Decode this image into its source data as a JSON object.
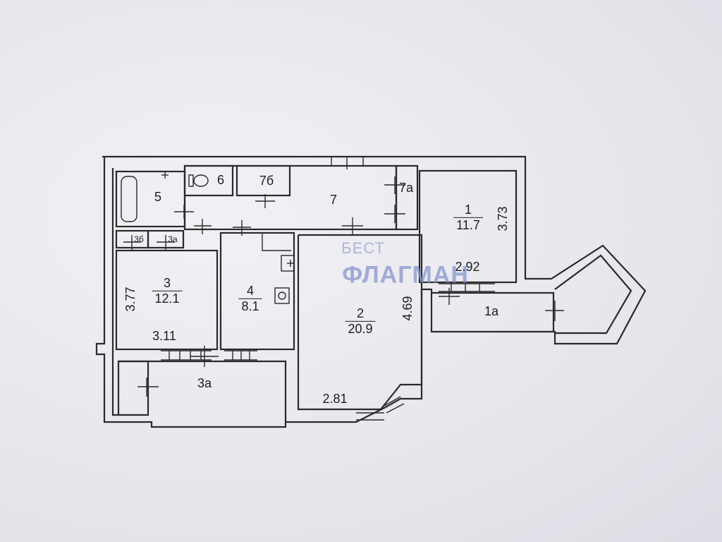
{
  "watermark": {
    "line1": "БЕСТ",
    "line2": "ФЛАГМАН"
  },
  "rooms": [
    {
      "id": "1",
      "number": "1",
      "area": "11.7"
    },
    {
      "id": "2",
      "number": "2",
      "area": "20.9"
    },
    {
      "id": "3",
      "number": "3",
      "area": "12.1"
    },
    {
      "id": "4",
      "number": "4",
      "area": "8.1"
    },
    {
      "id": "5",
      "number": "5"
    },
    {
      "id": "6",
      "number": "6"
    },
    {
      "id": "7",
      "number": "7"
    },
    {
      "id": "7a",
      "number": "7а"
    },
    {
      "id": "7b",
      "number": "7б"
    },
    {
      "id": "3a",
      "number": "3а"
    },
    {
      "id": "3a-small",
      "number": "3а"
    },
    {
      "id": "3b",
      "number": "3б"
    },
    {
      "id": "1a",
      "number": "1а"
    }
  ],
  "dimensions": {
    "room1_height": "3.73",
    "room1_width": "2.92",
    "room2_height": "4.69",
    "room2_width": "2.81",
    "room3_height": "3.77",
    "room3_width": "3.11"
  }
}
